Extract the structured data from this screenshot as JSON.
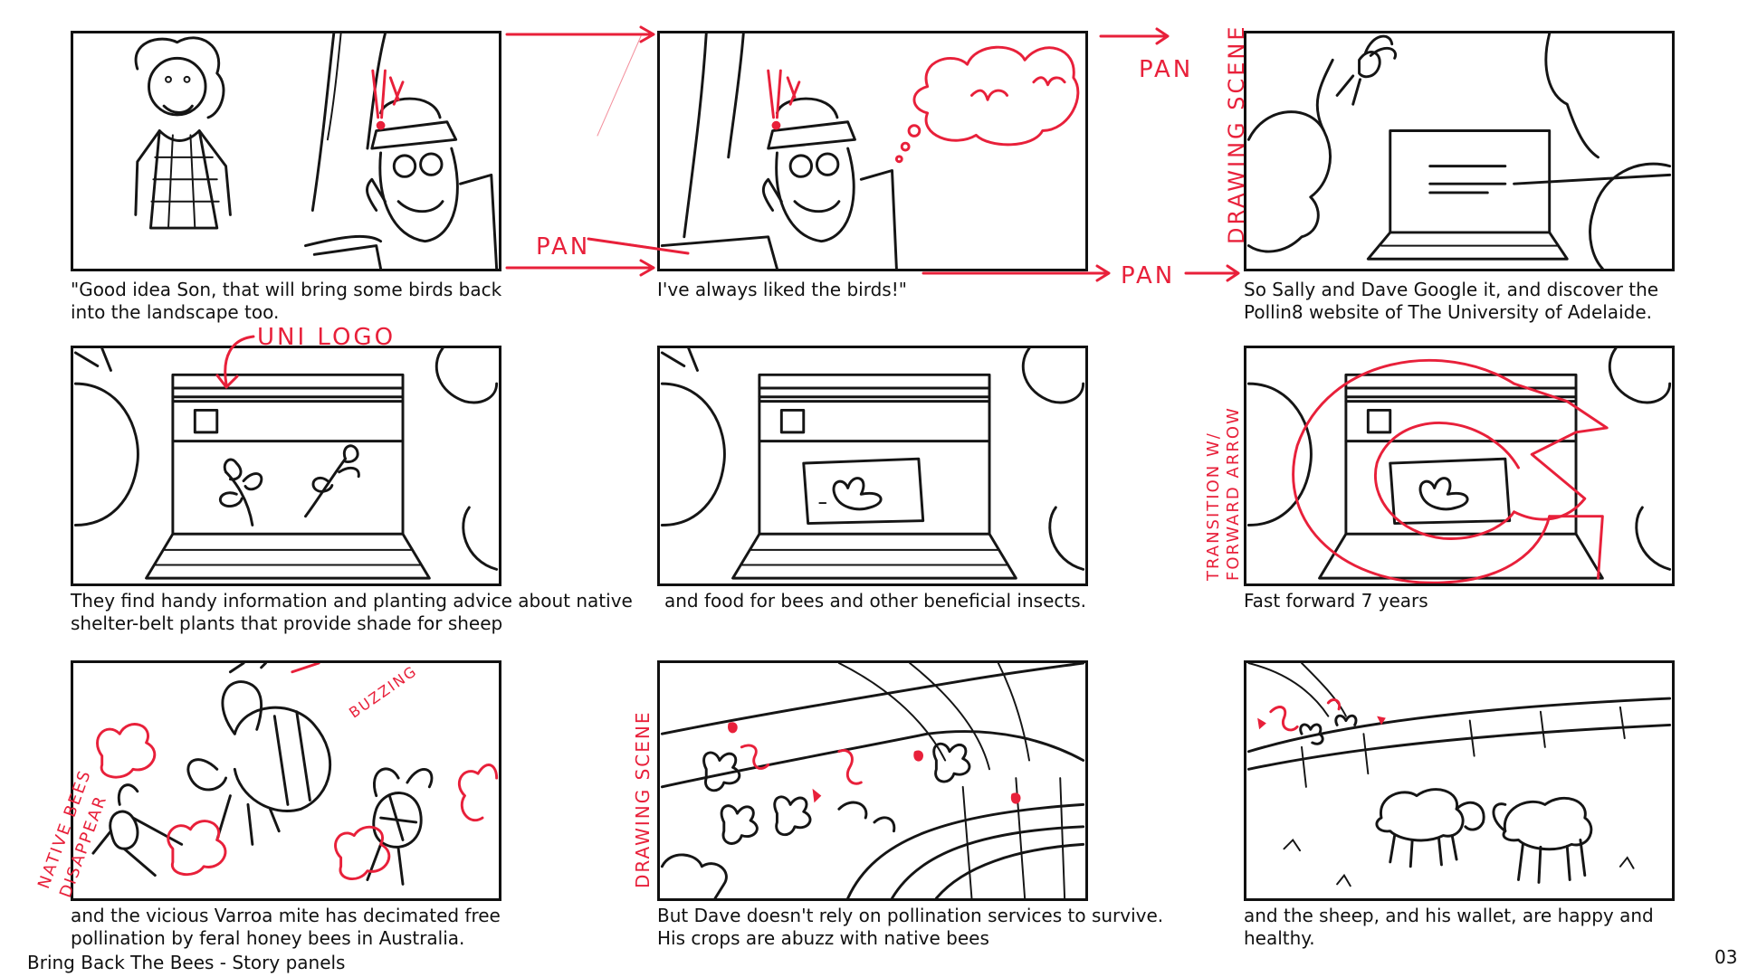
{
  "document": {
    "footer_title": "Bring Back The Bees - Story panels",
    "page_number": "03"
  },
  "panels": [
    {
      "id": 1,
      "caption": "\"Good idea Son, that will bring some birds back\ninto the landscape too."
    },
    {
      "id": 2,
      "caption": "I've always liked the birds!\""
    },
    {
      "id": 3,
      "caption": "So Sally and Dave Google it, and discover the\nPollin8 website of The University of Adelaide."
    },
    {
      "id": 4,
      "caption": "They find handy information and planting advice about native\nshelter-belt plants that provide shade for sheep"
    },
    {
      "id": 5,
      "caption": "and food for bees and other beneficial insects."
    },
    {
      "id": 6,
      "caption": "Fast forward 7 years"
    },
    {
      "id": 7,
      "caption": "and the vicious Varroa mite has decimated free\npollination by feral honey bees in Australia."
    },
    {
      "id": 8,
      "caption": "But Dave doesn't rely on pollination services to survive.\nHis crops are abuzz with native bees"
    },
    {
      "id": 9,
      "caption": "and the sheep, and his wallet, are happy and\nhealthy."
    }
  ],
  "annotations": {
    "pan_1": "PAN",
    "pan_2": "PAN",
    "pan_3": "PAN",
    "drawing_in_scene": "DRAWING SCENE",
    "uni_logo": "UNI LOGO",
    "transition_line1": "TRANSITION W/",
    "transition_line2": "FORWARD ARROW",
    "buzzing": "BUZZING",
    "native_bees_line1": "NATIVE BEES",
    "native_bees_line2": "DISAPPEAR",
    "drawing_scene": "DRAWING SCENE"
  },
  "colors": {
    "annotation_red": "#e8203a",
    "ink": "#151515",
    "paper": "#ffffff"
  }
}
